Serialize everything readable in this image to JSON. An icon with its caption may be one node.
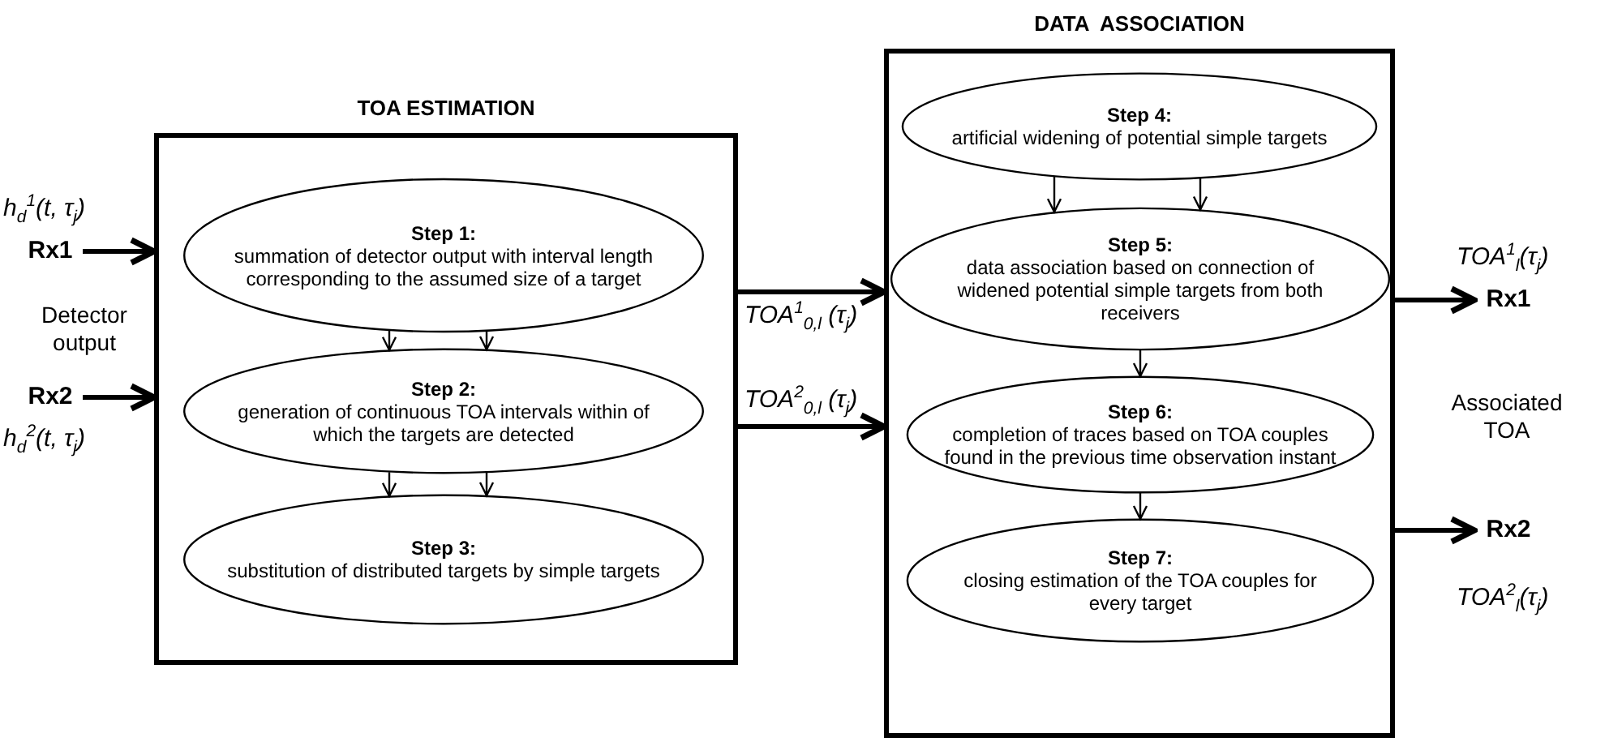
{
  "diagram": {
    "nodes": [
      {
        "text": [
          "Rx1"
        ],
        "beside": [
          "h$_{d}$$^{1}$(t, τ$_{j}$)"
        ]
      },
      {
        "text": [
          "Rx2"
        ],
        "beside": [
          "h$_{d}$$^{2}$(t, τ$_{j}$)"
        ]
      },
      {
        "text": [
          "TOA ESTIMATION"
        ]
      },
      {
        "text": [
          "Step 1:",
          "summation of detector output with interval length corresponding to the assumed size of a target"
        ],
        "in": 2
      },
      {
        "text": [
          "Step 2:",
          "generation of continuous TOA intervals within of which the targets are detected"
        ],
        "in": 2
      },
      {
        "text": [
          "Step 3:",
          "substitution of distributed targets by simple targets"
        ],
        "in": 2
      },
      {
        "text": [
          "DATA  ASSOCIATION"
        ]
      },
      {
        "text": [
          "Step 4:",
          "artificial widening of potential simple targets"
        ],
        "in": 6
      },
      {
        "text": [
          "Step 5:",
          "data association based on connection of widened potential simple targets from both receivers"
        ],
        "in": 6
      },
      {
        "text": [
          "Step 6:",
          "completion of traces based on TOA couples found in the previous time observation instant"
        ],
        "in": 6
      },
      {
        "text": [
          "Step 7:",
          "closing estimation of the TOA couples for every target"
        ],
        "in": 6
      },
      {
        "text": [
          "Rx1"
        ],
        "beside": [
          "TOA$^{1}$$_{l}$(τ$_{j}$)"
        ]
      },
      {
        "text": [
          "Rx2"
        ],
        "beside": [
          "TOA$^{2}$$_{l}$(τ$_{j}$)"
        ]
      }
    ],
    "edges": [
      {
        "from": 0,
        "to": 2,
        "arrow": "to",
        "style": "thick"
      },
      {
        "from": 1,
        "to": 2,
        "arrow": "to",
        "style": "thick"
      },
      {
        "from": 3,
        "to": 4,
        "arrow": "to"
      },
      {
        "from": 3,
        "to": 4,
        "arrow": "to"
      },
      {
        "from": 4,
        "to": 5,
        "arrow": "to"
      },
      {
        "from": 4,
        "to": 5,
        "arrow": "to"
      },
      {
        "from": 2,
        "to": 6,
        "arrow": "to",
        "style": "thick",
        "label": "TOA$^{1}$$_{0,l}$ (τ$_{j}$)"
      },
      {
        "from": 2,
        "to": 6,
        "arrow": "to",
        "style": "thick",
        "label": "TOA$^{2}$$_{0,l}$ (τ$_{j}$)"
      },
      {
        "from": 7,
        "to": 8,
        "arrow": "to"
      },
      {
        "from": 7,
        "to": 8,
        "arrow": "to"
      },
      {
        "from": 8,
        "to": 9,
        "arrow": "to"
      },
      {
        "from": 9,
        "to": 10,
        "arrow": "to"
      },
      {
        "from": 6,
        "to": 11,
        "arrow": "to",
        "style": "thick"
      },
      {
        "from": 6,
        "to": 12,
        "arrow": "to",
        "style": "thick"
      }
    ],
    "labels": [
      "Detector output",
      "Associated TOA"
    ]
  }
}
